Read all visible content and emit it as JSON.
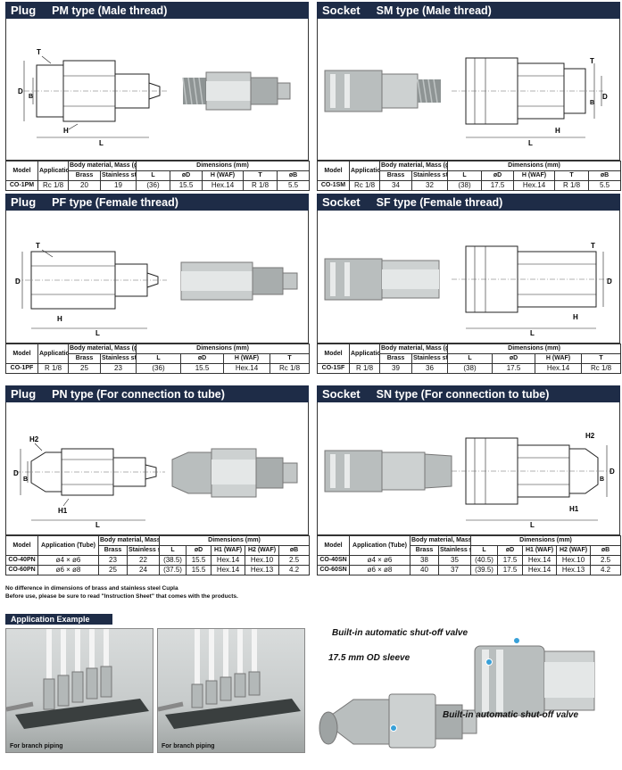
{
  "panels": {
    "pm": {
      "tag": "Plug",
      "title": "PM type (Male thread)",
      "dims": [
        "T",
        "D",
        "B",
        "H",
        "L"
      ],
      "head": {
        "model": "Model",
        "app": "Application",
        "body": "Body material, Mass (g)",
        "brass": "Brass",
        "ss": "Stainless steel",
        "dim": "Dimensions (mm)",
        "cols": [
          "L",
          "øD",
          "H (WAF)",
          "T",
          "øB"
        ]
      },
      "rows": [
        [
          "CO-1PM",
          "Rc 1/8",
          "20",
          "19",
          "(36)",
          "15.5",
          "Hex.14",
          "R 1/8",
          "5.5"
        ]
      ]
    },
    "sm": {
      "tag": "Socket",
      "title": "SM type (Male thread)",
      "dims": [
        "T",
        "D",
        "B",
        "H",
        "L"
      ],
      "head": {
        "model": "Model",
        "app": "Application",
        "body": "Body material, Mass (g)",
        "brass": "Brass",
        "ss": "Stainless steel",
        "dim": "Dimensions (mm)",
        "cols": [
          "L",
          "øD",
          "H (WAF)",
          "T",
          "øB"
        ]
      },
      "rows": [
        [
          "CO-1SM",
          "Rc 1/8",
          "34",
          "32",
          "(38)",
          "17.5",
          "Hex.14",
          "R 1/8",
          "5.5"
        ]
      ]
    },
    "pf": {
      "tag": "Plug",
      "title": "PF type (Female thread)",
      "dims": [
        "T",
        "D",
        "H",
        "L"
      ],
      "head": {
        "model": "Model",
        "app": "Application",
        "body": "Body material, Mass (g)",
        "brass": "Brass",
        "ss": "Stainless steel",
        "dim": "Dimensions (mm)",
        "cols": [
          "L",
          "øD",
          "H (WAF)",
          "T"
        ]
      },
      "rows": [
        [
          "CO-1PF",
          "R 1/8",
          "25",
          "23",
          "(36)",
          "15.5",
          "Hex.14",
          "Rc 1/8"
        ]
      ]
    },
    "sf": {
      "tag": "Socket",
      "title": "SF type (Female thread)",
      "dims": [
        "T",
        "D",
        "H",
        "L"
      ],
      "head": {
        "model": "Model",
        "app": "Application",
        "body": "Body material, Mass (g)",
        "brass": "Brass",
        "ss": "Stainless steel",
        "dim": "Dimensions (mm)",
        "cols": [
          "L",
          "øD",
          "H (WAF)",
          "T"
        ]
      },
      "rows": [
        [
          "CO-1SF",
          "R 1/8",
          "39",
          "36",
          "(38)",
          "17.5",
          "Hex.14",
          "Rc 1/8"
        ]
      ]
    },
    "pn": {
      "tag": "Plug",
      "title": "PN type (For connection to tube)",
      "dims": [
        "H2",
        "D",
        "B",
        "H1",
        "L"
      ],
      "head": {
        "model": "Model",
        "app": "Application (Tube)",
        "body": "Body material, Mass (g)",
        "brass": "Brass",
        "ss": "Stainless steel",
        "dim": "Dimensions (mm)",
        "cols": [
          "L",
          "øD",
          "H1 (WAF)",
          "H2 (WAF)",
          "øB"
        ]
      },
      "rows": [
        [
          "CO-40PN",
          "ø4 × ø6",
          "23",
          "22",
          "(38.5)",
          "15.5",
          "Hex.14",
          "Hex.10",
          "2.5"
        ],
        [
          "CO-60PN",
          "ø6 × ø8",
          "25",
          "24",
          "(37.5)",
          "15.5",
          "Hex.14",
          "Hex.13",
          "4.2"
        ]
      ]
    },
    "sn": {
      "tag": "Socket",
      "title": "SN type (For connection to tube)",
      "dims": [
        "H2",
        "D",
        "B",
        "H1",
        "L"
      ],
      "head": {
        "model": "Model",
        "app": "Application (Tube)",
        "body": "Body material, Mass (g)",
        "brass": "Brass",
        "ss": "Stainless steel",
        "dim": "Dimensions (mm)",
        "cols": [
          "L",
          "øD",
          "H1 (WAF)",
          "H2 (WAF)",
          "øB"
        ]
      },
      "rows": [
        [
          "CO-40SN",
          "ø4 × ø6",
          "38",
          "35",
          "(40.5)",
          "17.5",
          "Hex.14",
          "Hex.10",
          "2.5"
        ],
        [
          "CO-60SN",
          "ø6 × ø8",
          "40",
          "37",
          "(39.5)",
          "17.5",
          "Hex.14",
          "Hex.13",
          "4.2"
        ]
      ]
    }
  },
  "notes": [
    "No difference in dimensions of brass and stainless steel Cupla",
    "Before use, please be sure to read \"Instruction Sheet\" that comes with the products."
  ],
  "application": {
    "title": "Application Example",
    "captions": [
      "For branch piping",
      "For branch piping"
    ]
  },
  "features": [
    "Built-in automatic shut-off valve",
    "17.5 mm OD sleeve",
    "Built-in automatic shut-off valve"
  ],
  "colors": {
    "header": "#1e2c47",
    "accent": "#38a0d8"
  }
}
